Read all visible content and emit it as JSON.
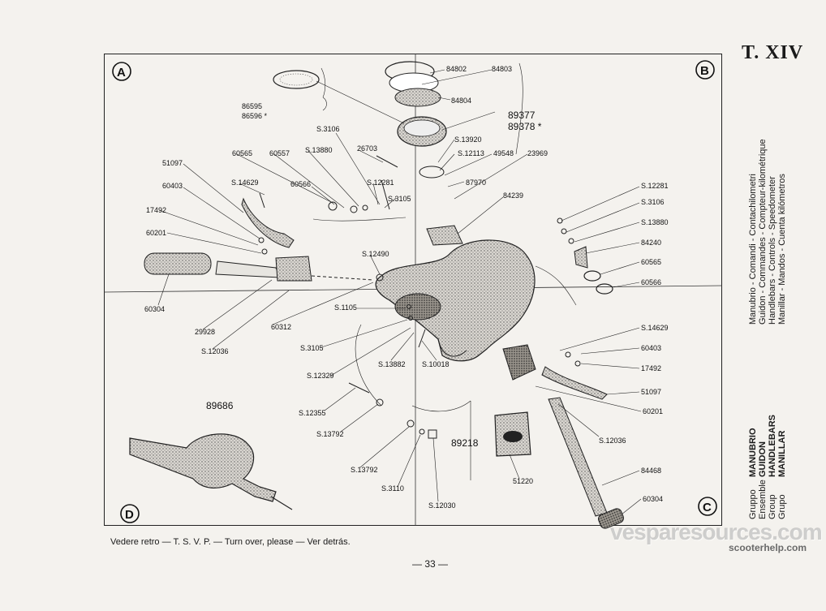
{
  "plate": {
    "title": "T. XIV"
  },
  "sections": {
    "a": "A",
    "b": "B",
    "c": "C",
    "d": "D"
  },
  "vertical_titles": {
    "group_lines": [
      "Manubrio - Comandi - Contachilometri",
      "Guidon - Commandes - Compteur-kilométrique",
      "Handlebars - Controls - Speedometer",
      "Manillar - Mandos - Cuenta kilómetros"
    ],
    "group_prefix": [
      "Gruppo",
      "Ensemble",
      "Group",
      "Grupo"
    ],
    "group_names": [
      "MANUBRIO",
      "GUIDON",
      "HANDLEBARS",
      "MANILLAR"
    ]
  },
  "parts": {
    "p86595": "86595",
    "p86596": "86596 *",
    "p84802": "84802",
    "p84803": "84803",
    "p84804": "84804",
    "p89377": "89377",
    "p89378": "89378 *",
    "s3106_top": "S.3106",
    "p26703": "26703",
    "s13920": "S.13920",
    "s12113": "S.12113",
    "p49548": "49548",
    "p23969": "23969",
    "p87970": "87970",
    "p84239": "84239",
    "p60565_l": "60565",
    "p60557": "60557",
    "s13880_l": "S.13880",
    "s12281_l": "S.12281",
    "s3105_l": "S.3105",
    "p51097_l": "51097",
    "s14629_l": "S.14629",
    "p60566_l": "60566",
    "p60403_l": "60403",
    "p17492_l": "17492",
    "p60201_l": "60201",
    "s12490": "S.12490",
    "p60304_l": "60304",
    "p29928": "29928",
    "s12036_l": "S.12036",
    "p60312": "60312",
    "s1105": "S.1105",
    "s3105_m": "S.3105",
    "s12329": "S.12329",
    "s13882": "S.13882",
    "s10018": "S.10018",
    "s12355": "S.12355",
    "s13792_a": "S.13792",
    "s13792_b": "S.13792",
    "s3110": "S.3110",
    "s12030": "S.12030",
    "p89218": "89218",
    "p51220": "51220",
    "s12281_r": "S.12281",
    "s3106_r": "S.3106",
    "s13880_r": "S.13880",
    "p84240": "84240",
    "p60565_r": "60565",
    "p60566_r": "60566",
    "s14629_r": "S.14629",
    "p60403_r": "60403",
    "p17492_r": "17492",
    "p51097_r": "51097",
    "p60201_r": "60201",
    "s12036_r": "S.12036",
    "p84468": "84468",
    "p60304_r": "60304",
    "p89686": "89686"
  },
  "footer": {
    "note": "Vedere retro — T. S. V. P. — Turn over, please — Ver detrás.",
    "page_number": "— 33 —"
  },
  "watermark": {
    "main": "vesparesources.com",
    "sub": "scooterhelp.com"
  },
  "colors": {
    "paper": "#f4f2ee",
    "ink": "#1a1a1a",
    "stipple": "#6b6b6b"
  }
}
